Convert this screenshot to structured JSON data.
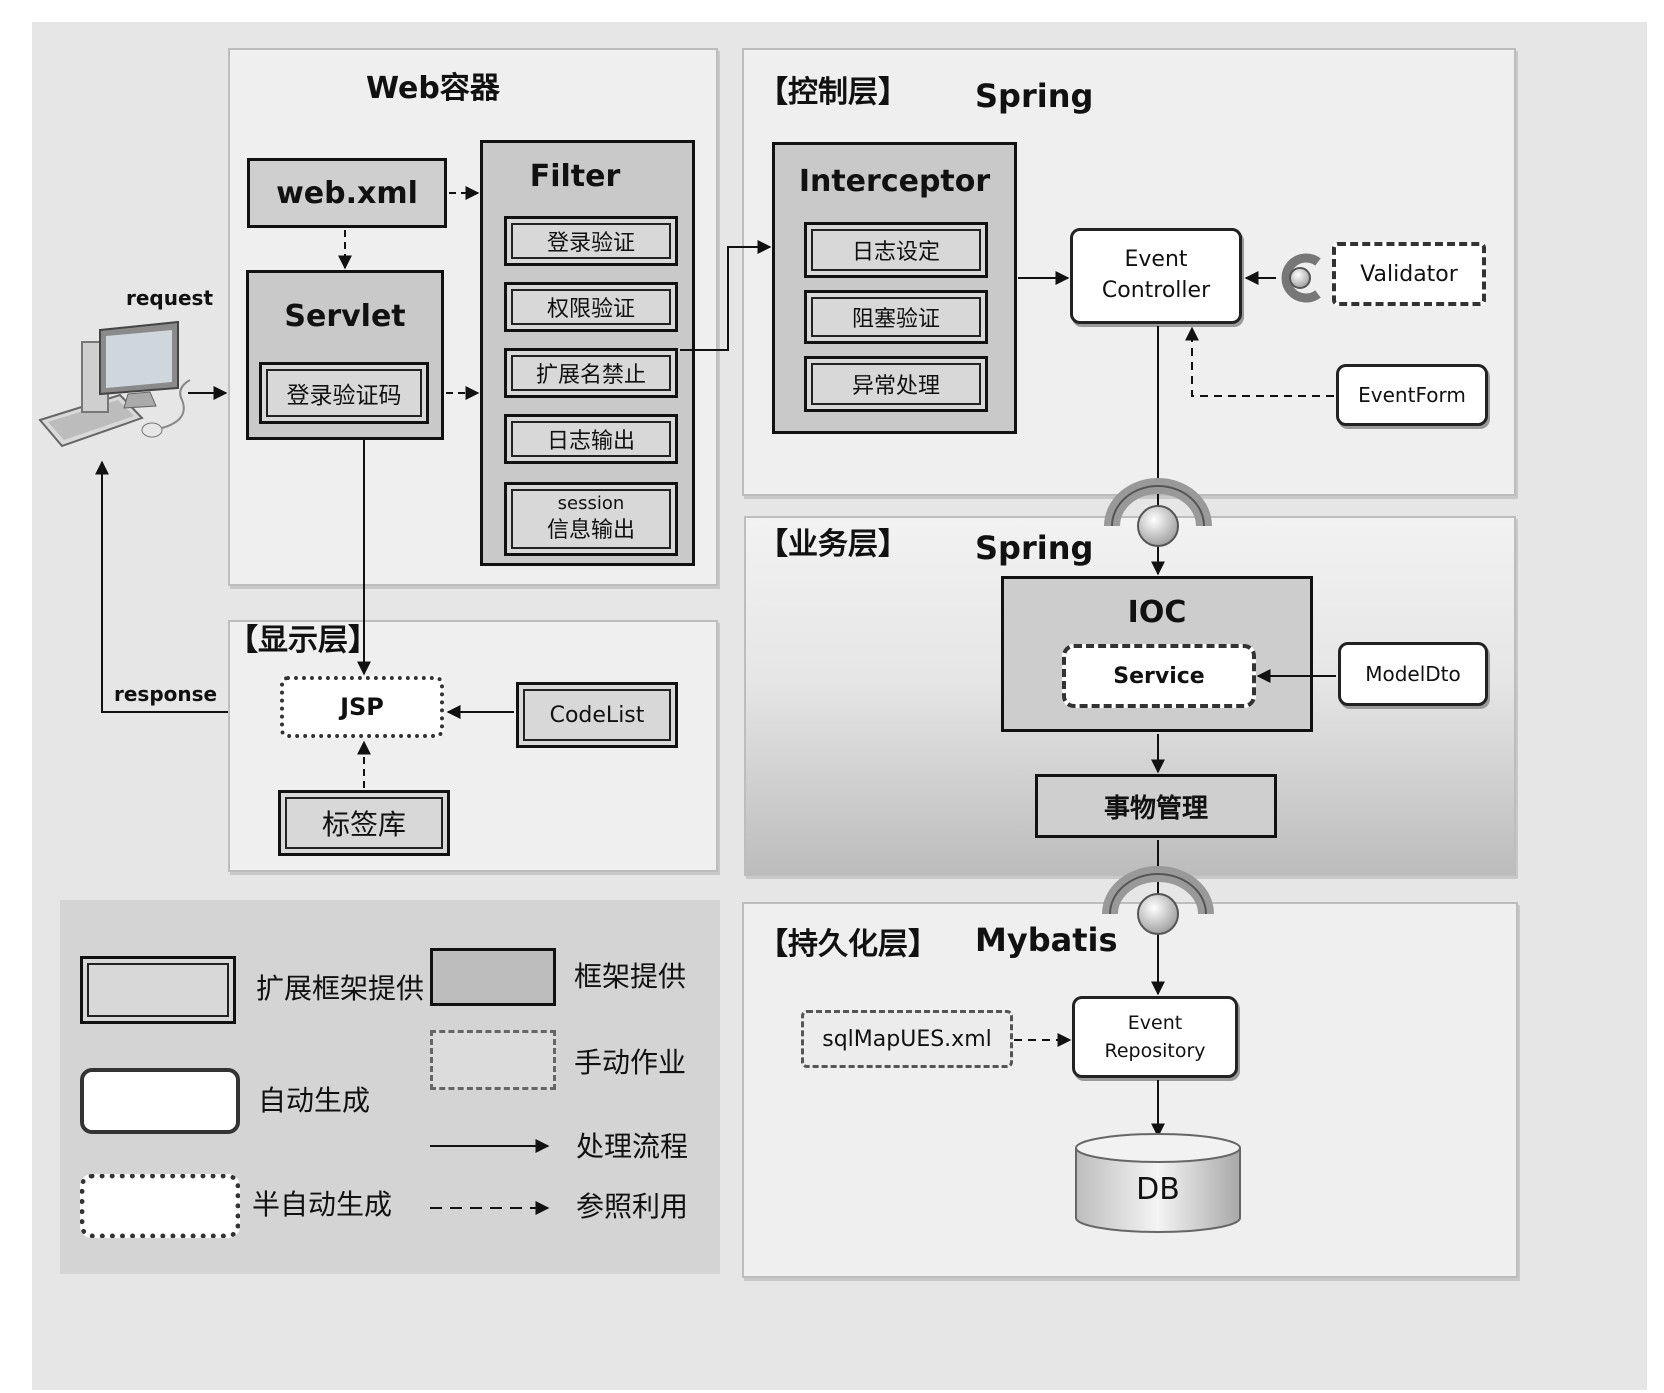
{
  "web_container": {
    "title": "Web容器",
    "web_xml": "web.xml",
    "servlet": {
      "title": "Servlet",
      "item": "登录验证码"
    },
    "filter": {
      "title": "Filter",
      "items": [
        "登录验证",
        "权限验证",
        "扩展名禁止",
        "日志输出"
      ],
      "session_line1": "session",
      "session_line2": "信息输出"
    }
  },
  "client": {
    "request": "request",
    "response": "response"
  },
  "control_layer": {
    "title": "【控制层】",
    "framework": "Spring",
    "interceptor": {
      "title": "Interceptor",
      "items": [
        "日志设定",
        "阻塞验证",
        "异常处理"
      ]
    },
    "event_controller_line1": "Event",
    "event_controller_line2": "Controller",
    "validator": "Validator",
    "event_form": "EventForm"
  },
  "display_layer": {
    "title": "【显示层】",
    "jsp": "JSP",
    "codelist": "CodeList",
    "taglib": "标签库"
  },
  "business_layer": {
    "title": "【业务层】",
    "framework": "Spring",
    "ioc": "IOC",
    "service": "Service",
    "model_dto": "ModelDto",
    "transaction": "事物管理"
  },
  "persistence_layer": {
    "title": "【持久化层】",
    "framework": "Mybatis",
    "sqlmap": "sqlMapUES.xml",
    "repo_line1": "Event",
    "repo_line2": "Repository",
    "db": "DB"
  },
  "legend": {
    "ext_framework": "扩展框架提供",
    "framework": "框架提供",
    "auto": "自动生成",
    "manual": "手动作业",
    "semi_auto": "半自动生成",
    "process_flow": "处理流程",
    "reference": "参照利用"
  }
}
